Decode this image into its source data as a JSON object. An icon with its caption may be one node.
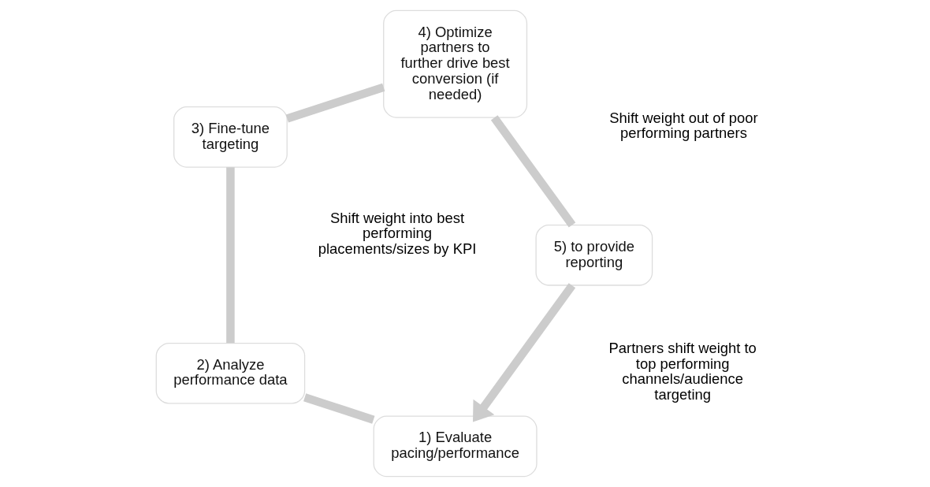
{
  "diagram": {
    "nodes": [
      {
        "text": [
          "1) Evaluate pacing/performance"
        ]
      },
      {
        "text": [
          "2) Analyze performance data"
        ]
      },
      {
        "text": [
          "3) Fine-tune targeting"
        ]
      },
      {
        "text": [
          "4) Optimize partners to further drive best conversion (if needed)"
        ]
      },
      {
        "text": [
          "5) to provide reporting"
        ]
      }
    ],
    "edges": [
      {
        "from": 0,
        "to": 1,
        "arrow": "none"
      },
      {
        "from": 1,
        "to": 2,
        "arrow": "none"
      },
      {
        "from": 2,
        "to": 3,
        "arrow": "none"
      },
      {
        "from": 3,
        "to": 4,
        "arrow": "none"
      },
      {
        "from": 4,
        "to": 0,
        "arrow": "to"
      }
    ],
    "labels": [
      "Shift weight into best performing placements/sizes by KPI",
      "Shift weight out of poor performing partners",
      "Partners shift weight to top performing channels/audience targeting"
    ]
  }
}
